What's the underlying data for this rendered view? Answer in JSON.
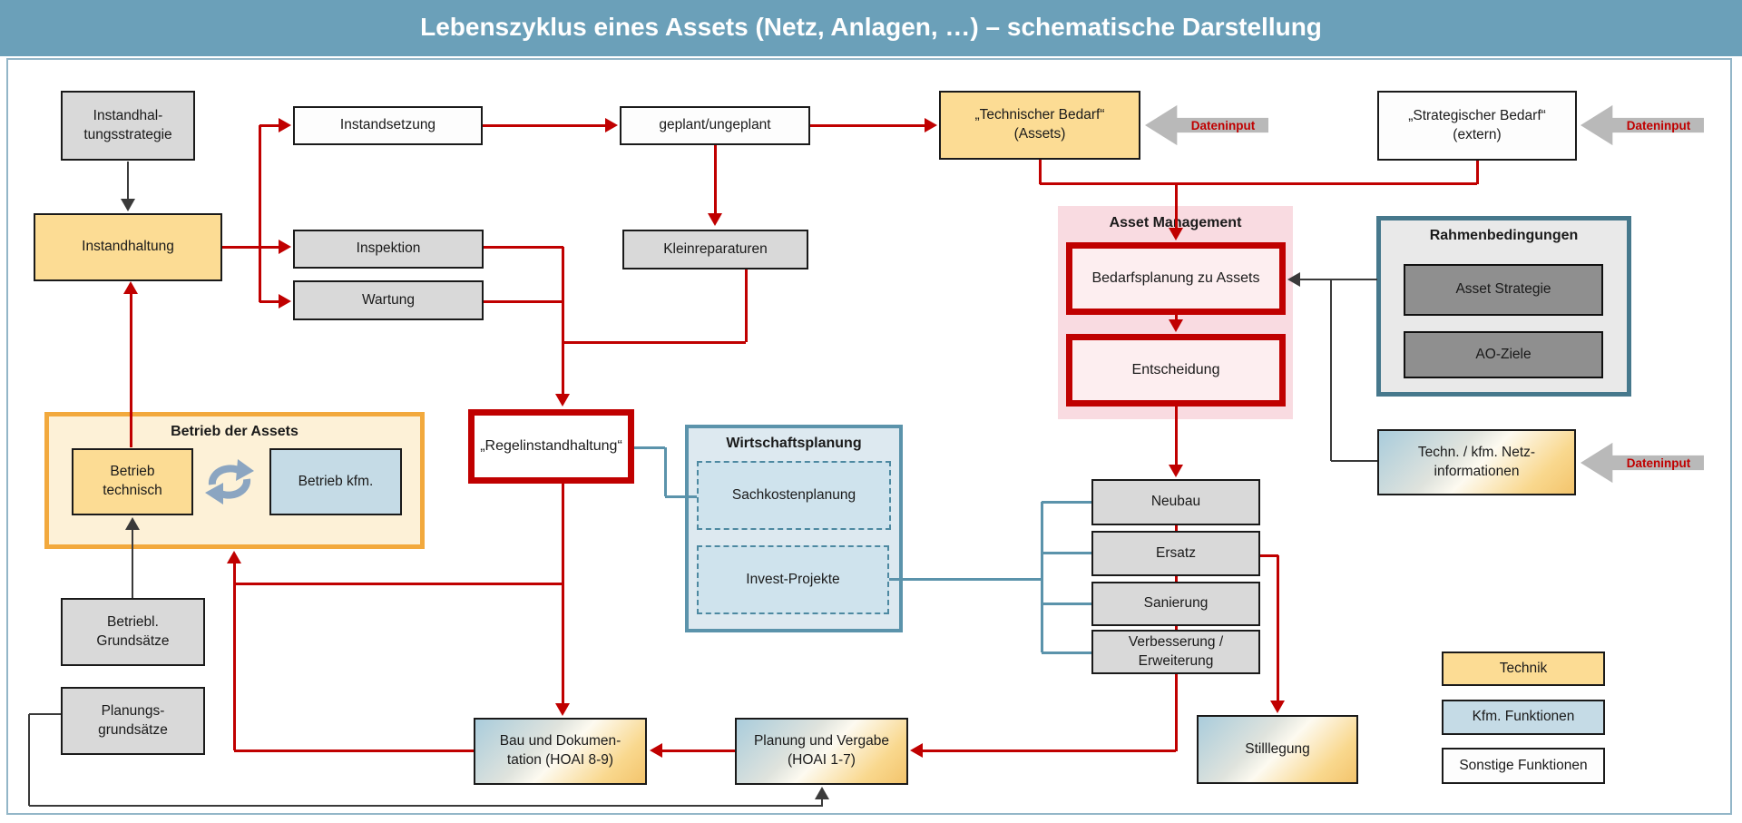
{
  "title": "Lebenszyklus eines Assets (Netz, Anlagen, …) – schematische Darstellung",
  "labels": {
    "dateninput": "Dateninput"
  },
  "groups": {
    "asset_management": "Asset Management",
    "rahmenbedingungen": "Rahmenbedingungen",
    "betrieb_der_assets": "Betrieb der Assets",
    "wirtschaftsplanung": "Wirtschaftsplanung"
  },
  "nodes": {
    "instandhaltungsstrategie": "Instandhal-\ntungsstrategie",
    "instandhaltung": "Instandhaltung",
    "instandsetzung": "Instandsetzung",
    "inspektion": "Inspektion",
    "wartung": "Wartung",
    "geplant_ungeplant": "geplant/ungeplant",
    "kleinreparaturen": "Kleinreparaturen",
    "technischer_bedarf": "„Technischer Bedarf“\n(Assets)",
    "strategischer_bedarf": "„Strategischer Bedarf“\n(extern)",
    "bedarfsplanung": "Bedarfsplanung zu Assets",
    "entscheidung": "Entscheidung",
    "asset_strategie": "Asset Strategie",
    "ao_ziele": "AO-Ziele",
    "techn_kfm_netzinformationen": "Techn. / kfm. Netz-\ninformationen",
    "betrieb_technisch": "Betrieb\ntechnisch",
    "betrieb_kfm": "Betrieb kfm.",
    "regelinstandhaltung": "„Regelinstandhaltung“",
    "sachkostenplanung": "Sachkostenplanung",
    "invest_projekte": "Invest-Projekte",
    "neubau": "Neubau",
    "ersatz": "Ersatz",
    "sanierung": "Sanierung",
    "verbesserung_erweiterung": "Verbesserung /\nErweiterung",
    "bau_und_dokumentation": "Bau und Dokumen-\ntation (HOAI 8-9)",
    "planung_und_vergabe": "Planung und Vergabe\n(HOAI 1-7)",
    "stilllegung": "Stilllegung",
    "betriebliche_grundsaetze": "Betriebl.\nGrundsätze",
    "planungsgrundsaetze": "Planungs-\ngrundsätze"
  },
  "legend": {
    "technik": "Technik",
    "kfm_funktionen": "Kfm. Funktionen",
    "sonstige_funktionen": "Sonstige Funktionen"
  },
  "colors": {
    "header_bg": "#6ba0b9",
    "accent_red": "#c00000",
    "technik_fill": "#fcdc94",
    "kfm_fill": "#c5dbe6",
    "neutral_fill": "#d9d9d9",
    "dark_fill": "#8f8f8f",
    "asset_mgmt_bg": "#f9dbe1",
    "blue_border": "#5b93ab",
    "orange_border": "#f2a93d",
    "dateninput_arrow": "#b9b9b9"
  }
}
